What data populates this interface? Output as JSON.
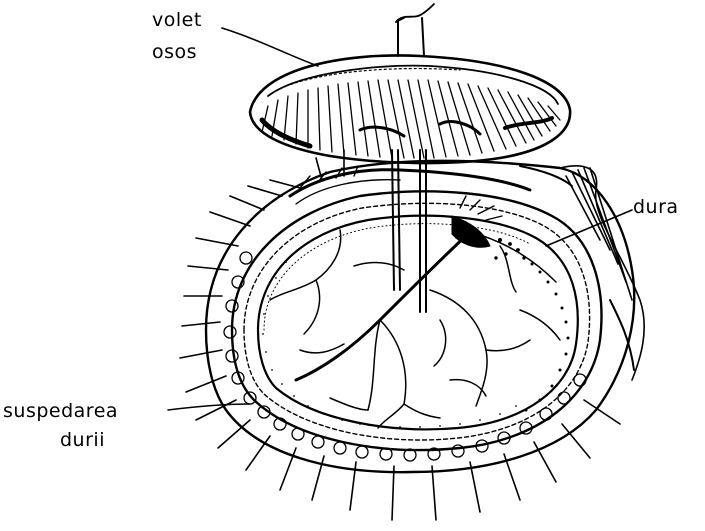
{
  "labels": {
    "volet_line1": "volet",
    "volet_line2": "osos",
    "dura": "dura",
    "suspedarea_line1": "suspedarea",
    "suspedarea_line2": "durii"
  },
  "colors": {
    "ink": "#000000",
    "paper": "#ffffff"
  }
}
